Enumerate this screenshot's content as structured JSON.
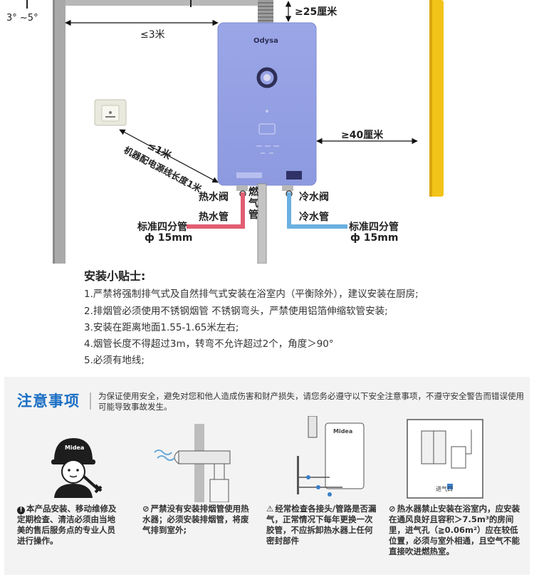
{
  "top": {
    "angle": "3° ~5°",
    "dist_top": "≥25厘米",
    "dist_side": "≤3米",
    "dist_right": "≥40厘米",
    "dist_socket": "≤1米",
    "cord_length": "机器配电源线长度1米",
    "brand": "Odysa",
    "hot_valve": "热水阀",
    "hot_pipe": "热水管",
    "gas_pipe": "燃气管",
    "cold_valve": "冷水阀",
    "cold_pipe": "冷水管",
    "std_pipe_left": "标准四分管",
    "diameter_left": "ф 15mm",
    "std_pipe_right": "标准四分管",
    "diameter_right": "ф 15mm"
  },
  "tips": {
    "title": "安装小贴士:",
    "items": [
      "1.严禁将强制排气式及自然排气式安装在浴室内（平衡除外），建议安装在厨房;",
      "2.排烟管必须使用不锈钢烟管 不锈钢弯头，严禁使用铝箔伸缩软管安装;",
      "3.安装在距离地面1.55-1.65米左右;",
      "4.烟管长度不得超过3m，转弯不允许超过2个，角度＞90°",
      "5.必须有地线;"
    ]
  },
  "notice": {
    "title": "注意事项",
    "intro": "为保证使用安全，避免对您和他人造成伤害和财产损失，请您务必遵守以下安全注意事项，不遵守安全警告而错误使用可能导致事故发生。",
    "brand": "Midea",
    "vent_label": "进气口",
    "cards": [
      {
        "icon": "!",
        "text": "本产品安装、移动维修及定期检查、清洁必须由当地美的售后服务点的专业人员进行操作。"
      },
      {
        "icon": "⊘",
        "text": "严禁没有安装排烟管使用热水器；必须安装排烟管，将废气排到室外;"
      },
      {
        "icon": "⚠",
        "text": "经常检查各接头/管路是否漏气，正常情况下每年更换一次胶管，不应拆卸热水器上任何密封部件"
      },
      {
        "icon": "⊘",
        "text": "热水器禁止安装在浴室内，应安装在通风良好且容积＞7.5m³的房间里，进气孔（≧0.06m²）应在较低位置，必须与室外相通，且空气不能直接吹进燃热室。"
      }
    ]
  }
}
